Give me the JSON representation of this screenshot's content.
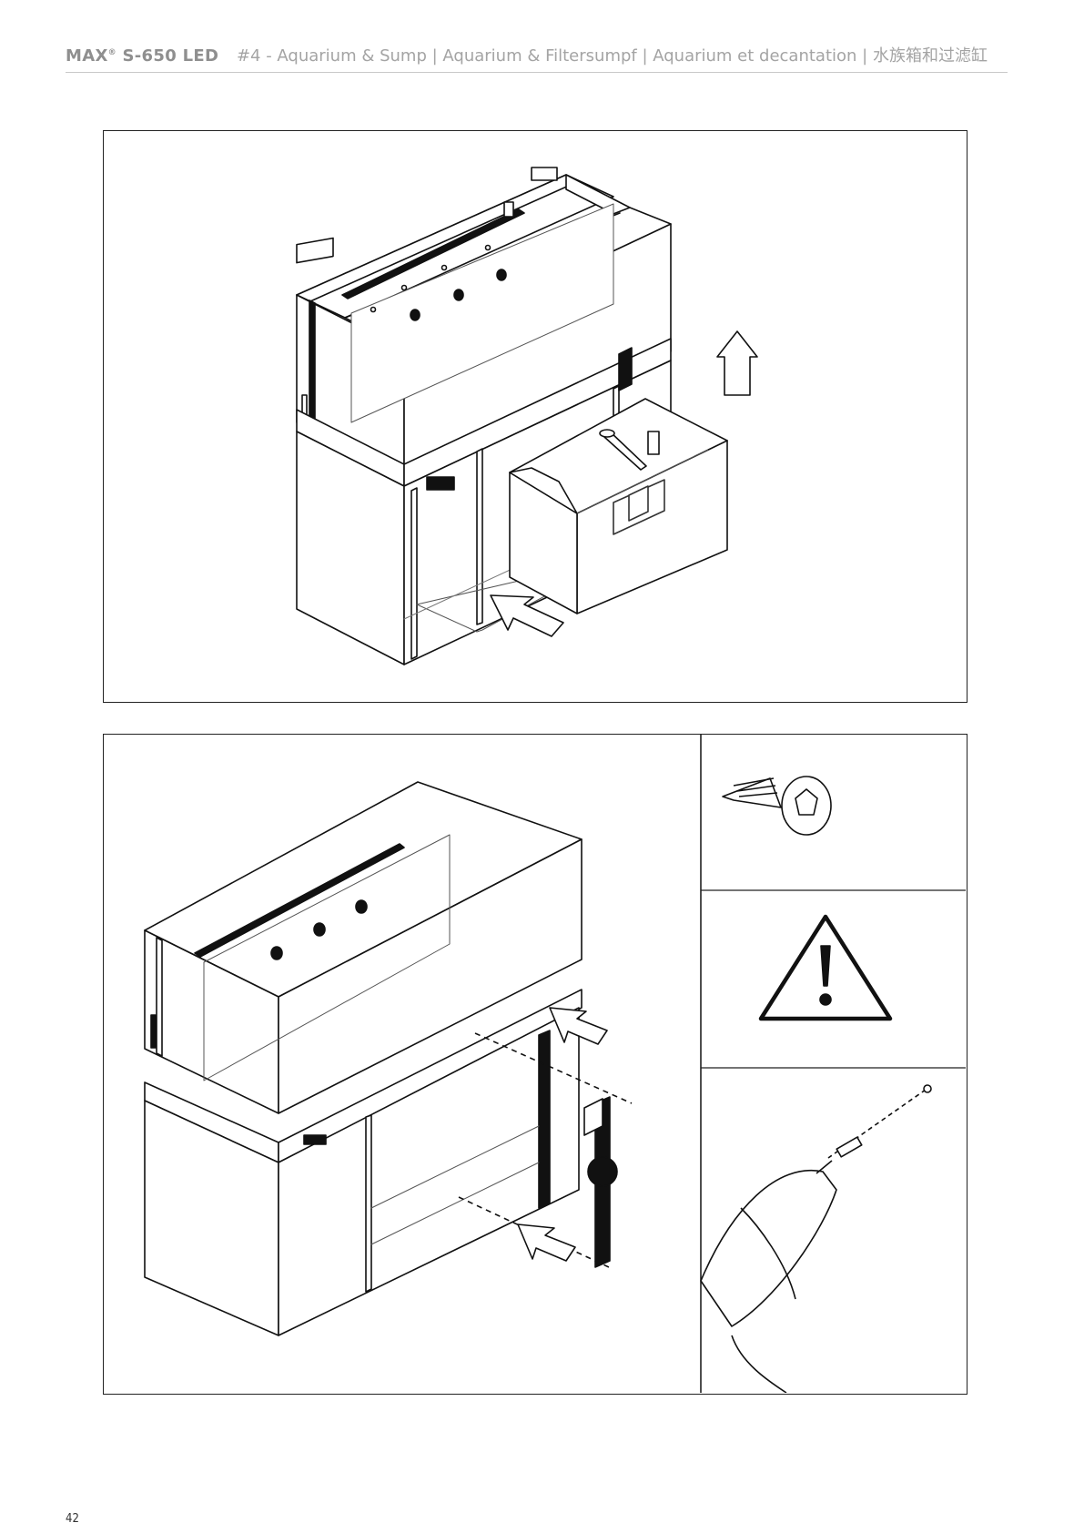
{
  "header": {
    "model": "MAX",
    "model_sup": "®",
    "model_rest": "S-650 LED",
    "section": "#4 - Aquarium & Sump  |  Aquarium & Filtersumpf  |  Aquarium et decantation  |  水族箱和过滤缸"
  },
  "panels": [
    {
      "name": "step-sump-placement",
      "icons": [
        "arrow-up-icon",
        "arrow-push-icon"
      ]
    },
    {
      "name": "step-center-brace",
      "icons": [
        "screw-icon",
        "warning-icon",
        "drill-icon",
        "arrow-push-icon"
      ]
    }
  ],
  "page": {
    "number": "42"
  }
}
